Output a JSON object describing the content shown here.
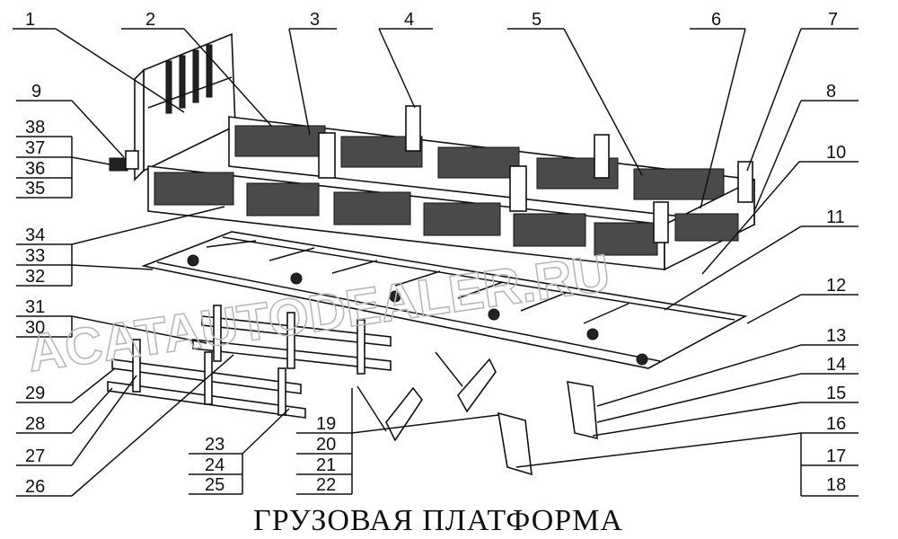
{
  "title": "ГРУЗОВАЯ ПЛАТФОРМА",
  "watermark": "ACATAUTODEALER.RU",
  "callouts": [
    "1",
    "2",
    "3",
    "4",
    "5",
    "6",
    "7",
    "8",
    "9",
    "10",
    "11",
    "12",
    "13",
    "14",
    "15",
    "16",
    "17",
    "18",
    "19",
    "20",
    "21",
    "22",
    "23",
    "24",
    "25",
    "26",
    "27",
    "28",
    "29",
    "30",
    "31",
    "32",
    "33",
    "34",
    "35",
    "36",
    "37",
    "38"
  ]
}
